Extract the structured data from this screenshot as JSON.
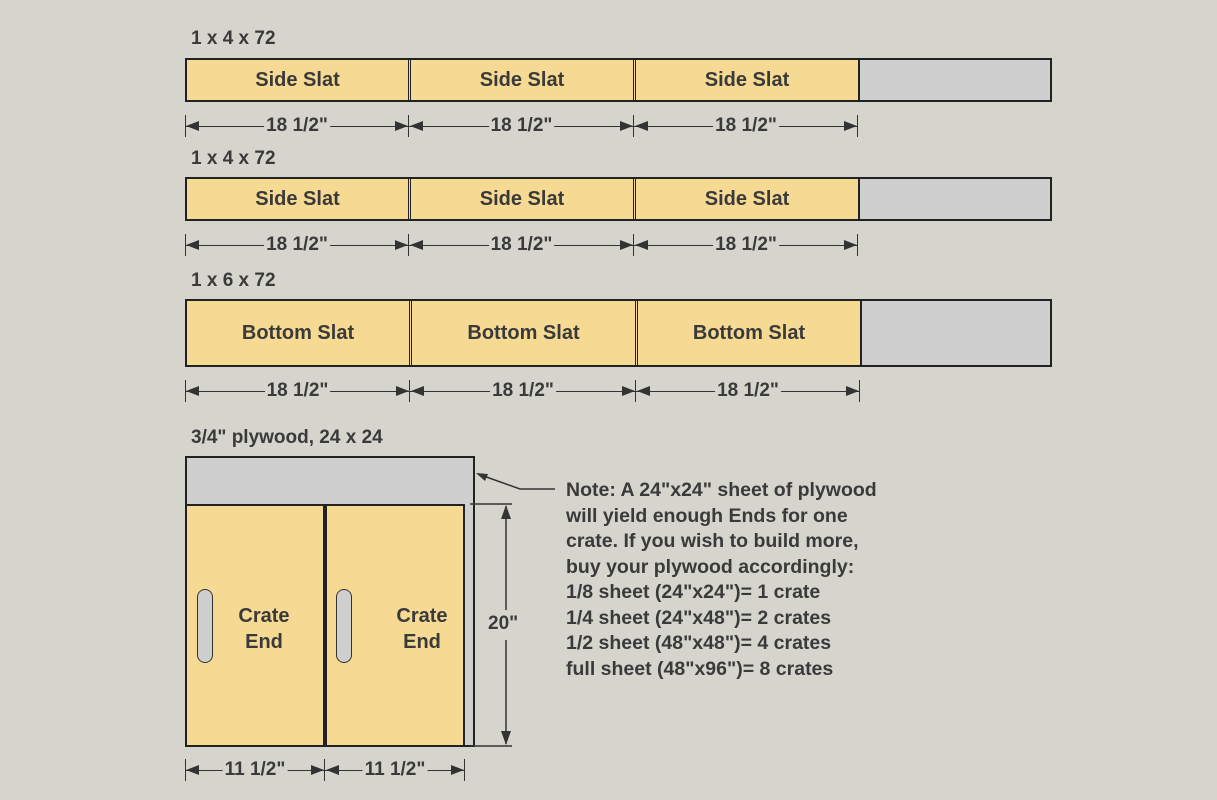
{
  "boards": [
    {
      "title": "1 x 4 x 72",
      "slats": [
        "Side Slat",
        "Side Slat",
        "Side Slat"
      ],
      "dims": [
        "18 1/2\"",
        "18 1/2\"",
        "18 1/2\""
      ]
    },
    {
      "title": "1 x 4 x 72",
      "slats": [
        "Side Slat",
        "Side Slat",
        "Side Slat"
      ],
      "dims": [
        "18 1/2\"",
        "18 1/2\"",
        "18 1/2\""
      ]
    },
    {
      "title": "1 x 6 x 72",
      "slats": [
        "Bottom Slat",
        "Bottom Slat",
        "Bottom Slat"
      ],
      "dims": [
        "18 1/2\"",
        "18 1/2\"",
        "18 1/2\""
      ]
    }
  ],
  "plywood": {
    "title": "3/4\" plywood, 24 x 24",
    "ends": [
      {
        "line1": "Crate",
        "line2": "End"
      },
      {
        "line1": "Crate",
        "line2": "End"
      }
    ],
    "width_dims": [
      "11 1/2\"",
      "11 1/2\""
    ],
    "height_dim": "20\""
  },
  "note": {
    "lines": [
      "Note: A 24\"x24\" sheet of plywood",
      "will yield enough Ends for one",
      "crate. If you wish to build more,",
      "buy your plywood accordingly:",
      "1/8 sheet (24\"x24\")= 1 crate",
      "1/4 sheet (24\"x48\")= 2 crates",
      "1/2 sheet (48\"x48\")= 4 crates",
      "full sheet (48\"x96\")= 8 crates"
    ]
  },
  "colors": {
    "background": "#d6d5cd",
    "wood": "#f6d993",
    "scrap": "#cfcfcf",
    "outline": "#222222",
    "text": "#3a3a3a"
  }
}
